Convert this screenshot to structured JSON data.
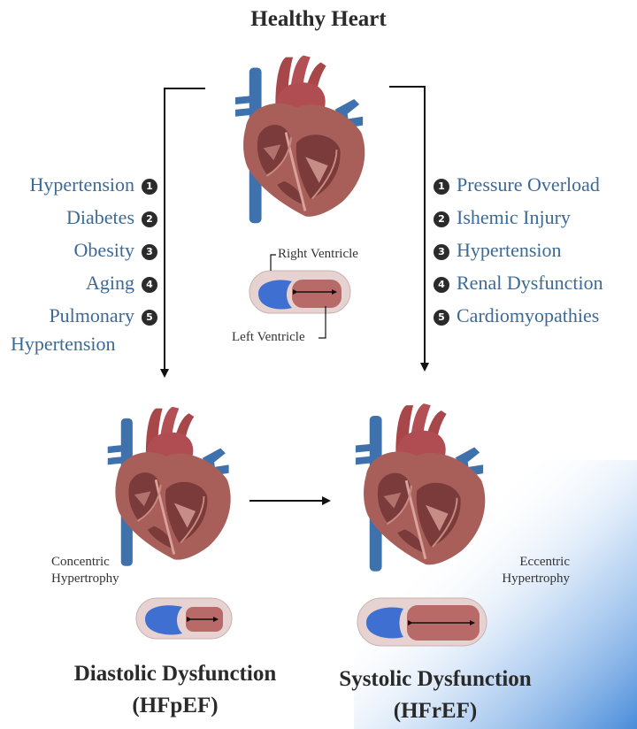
{
  "title": "Healthy Heart",
  "left_factors": [
    {
      "num": "1",
      "label": "Hypertension"
    },
    {
      "num": "2",
      "label": "Diabetes"
    },
    {
      "num": "3",
      "label": "Obesity"
    },
    {
      "num": "4",
      "label": "Aging"
    },
    {
      "num": "5",
      "label": "Pulmonary",
      "label_line2": "Hypertension"
    }
  ],
  "right_factors": [
    {
      "num": "1",
      "label": "Pressure Overload"
    },
    {
      "num": "2",
      "label": "Ishemic Injury"
    },
    {
      "num": "3",
      "label": "Hypertension"
    },
    {
      "num": "4",
      "label": "Renal Dysfunction"
    },
    {
      "num": "5",
      "label": "Cardiomyopathies"
    }
  ],
  "ventricle_labels": {
    "right": "Right Ventricle",
    "left": "Left Ventricle"
  },
  "hypertrophy": {
    "concentric_line1": "Concentric",
    "concentric_line2": "Hypertrophy",
    "eccentric_line1": "Eccentric",
    "eccentric_line2": "Hypertrophy"
  },
  "results": {
    "diastolic_title": "Diastolic Dysfunction",
    "diastolic_abbr": "(HFpEF)",
    "systolic_title": "Systolic Dysfunction",
    "systolic_abbr": "(HFrEF)"
  },
  "colors": {
    "muscle": "#a85f5a",
    "muscle_dark": "#7a3b3a",
    "aorta": "#a8474a",
    "vein": "#3f72ad",
    "right_ventricle": "#3f6fd0",
    "left_ventricle": "#b86a68",
    "factor_text": "#3d6a95"
  }
}
